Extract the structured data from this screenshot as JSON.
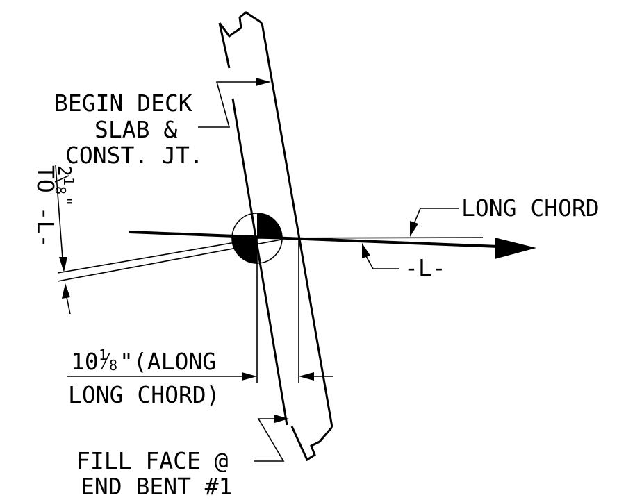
{
  "labels": {
    "begin_deck_line1": "BEGIN DECK",
    "begin_deck_line2": "SLAB &",
    "begin_deck_line3": "CONST. JT.",
    "long_chord": "LONG CHORD",
    "baseline": "-L-",
    "offset_to_l_top": "TO -L-",
    "offset_to_l_value_whole": "2",
    "offset_to_l_value_num": "1",
    "offset_to_l_value_den": "8",
    "offset_to_l_value_unit": "\"",
    "along_value_whole": "10",
    "along_value_num": "1",
    "along_value_den": "8",
    "along_value_rest": "\"(ALONG",
    "along_line2": "LONG CHORD)",
    "fill_face_line1": "FILL FACE @",
    "fill_face_line2": "END BENT #1"
  }
}
